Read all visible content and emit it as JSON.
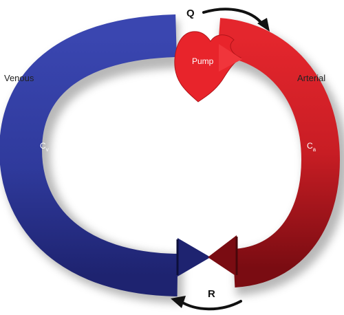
{
  "labels": {
    "flow": "Q",
    "resistance": "R",
    "venous": "Venous",
    "arterial": "Arterial",
    "pump": "Pump",
    "venous_compliance_base": "C",
    "venous_compliance_sub": "v",
    "arterial_compliance_base": "C",
    "arterial_compliance_sub": "a"
  },
  "icons": {
    "pump": "heart-icon",
    "flow_direction": "curved-arrow-icon"
  },
  "colors": {
    "venous": "#2f3a9c",
    "venous_dark": "#1a1f66",
    "arterial": "#d61f26",
    "arterial_dark": "#7a0c12",
    "pump": "#e8242b",
    "arrow": "#111111"
  }
}
